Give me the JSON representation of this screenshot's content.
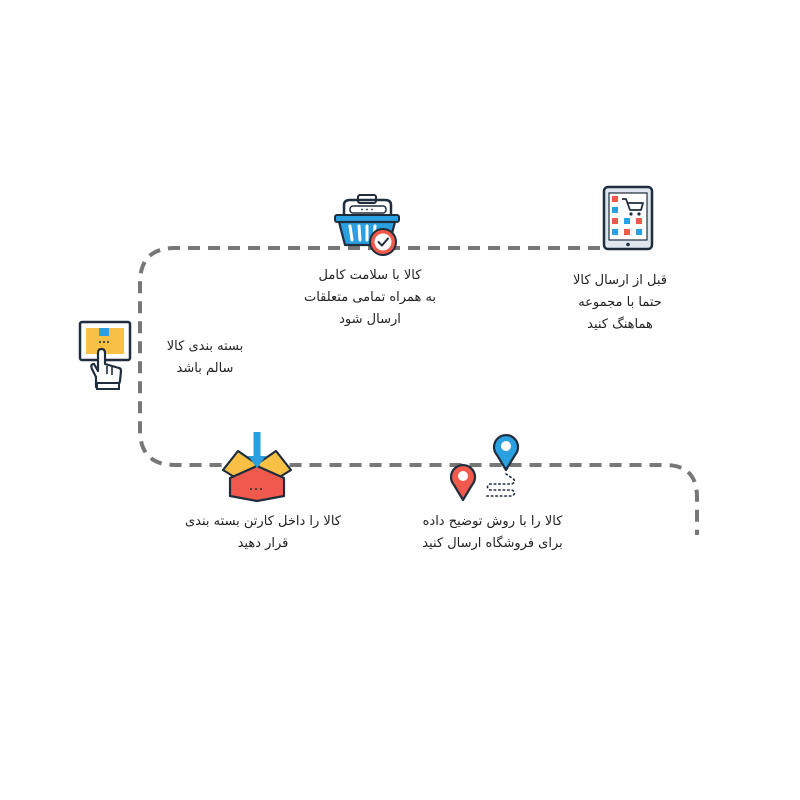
{
  "colors": {
    "path": "#777777",
    "outline": "#1f2d3d",
    "blue": "#2aa0e0",
    "red": "#ef5a4c",
    "yellow": "#f9c046",
    "background": "#ffffff"
  },
  "steps": [
    {
      "id": "coordinate",
      "icon": "tablet-shopping-cart-icon",
      "lines": [
        "قبل از ارسال کالا",
        "حتما با مجموعه",
        "هماهنگ کنید"
      ]
    },
    {
      "id": "complete",
      "icon": "shopping-basket-check-icon",
      "lines": [
        "کالا با سلامت کامل",
        "به همراه تمامی متعلقات",
        "ارسال شود"
      ]
    },
    {
      "id": "packaging",
      "icon": "hand-box-icon",
      "lines": [
        "بسته بندی کالا",
        "سالم باشد"
      ]
    },
    {
      "id": "carton",
      "icon": "open-box-arrow-icon",
      "lines": [
        "کالا را داخل کارتن بسته بندی",
        "قرار دهید"
      ]
    },
    {
      "id": "shipping",
      "icon": "map-pins-route-icon",
      "lines": [
        "کالا را با روش توضیح داده",
        "برای فروشگاه ارسال کنید"
      ]
    }
  ]
}
